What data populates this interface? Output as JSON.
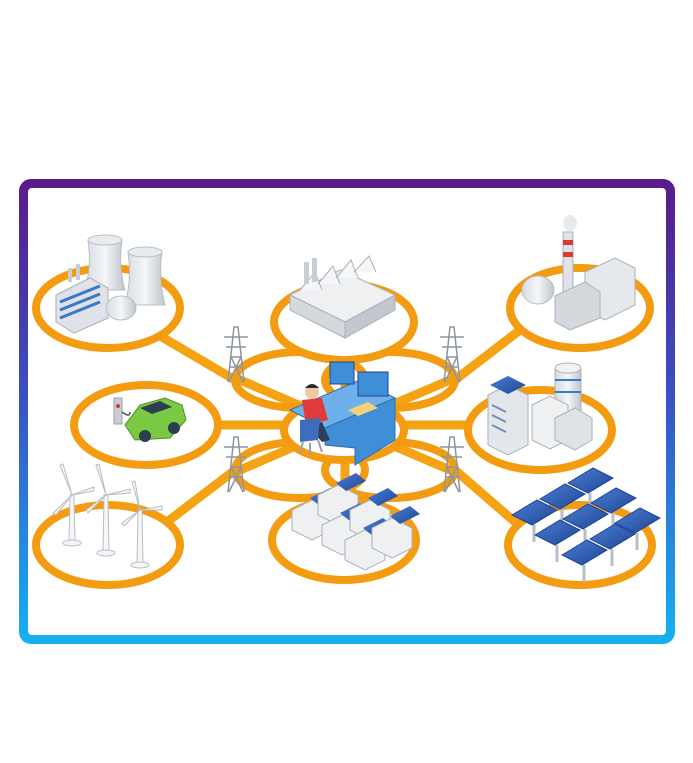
{
  "diagram": {
    "hub": "operator-workstation",
    "nodes": [
      {
        "id": "nuclear-plant",
        "icon": "nuclear-plant-icon"
      },
      {
        "id": "factory",
        "icon": "factory-icon"
      },
      {
        "id": "thermal-power-plant",
        "icon": "power-plant-smokestack-icon"
      },
      {
        "id": "electric-vehicle-charging",
        "icon": "ev-charging-icon"
      },
      {
        "id": "office-buildings-solar",
        "icon": "office-building-icon"
      },
      {
        "id": "wind-farm",
        "icon": "wind-turbine-icon"
      },
      {
        "id": "residential-solar-houses",
        "icon": "solar-house-icon"
      },
      {
        "id": "solar-farm",
        "icon": "solar-panel-icon"
      }
    ],
    "pylons": 4,
    "colors": {
      "grid_line": "#f5a312",
      "ring_stroke": "#f39c12",
      "frame_top": "#5a1a8a",
      "frame_bottom": "#15b2f0",
      "panel_blue": "#2f5fb3",
      "car_green": "#7ac943",
      "desk_blue": "#3f8fd8",
      "building_gray": "#e3e6ea"
    }
  }
}
